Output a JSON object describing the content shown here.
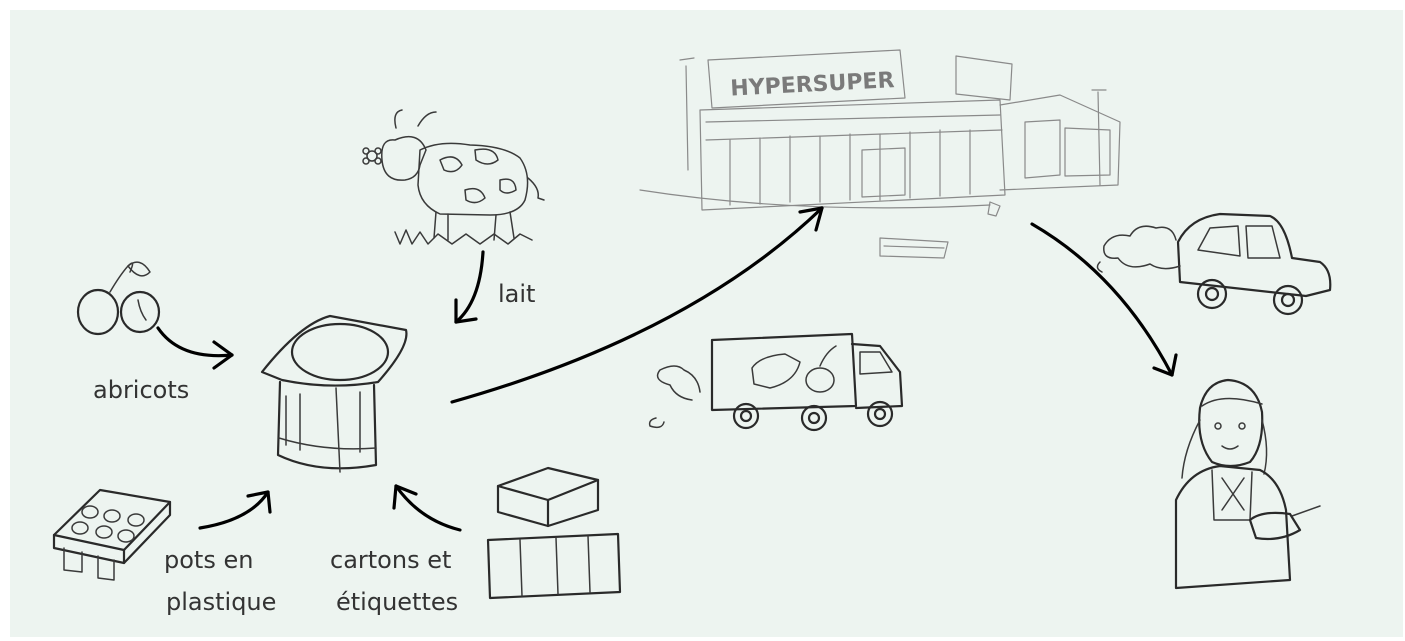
{
  "diagram": {
    "background_color": "#edf4f0",
    "ink_color": "#000000",
    "labels": {
      "milk": "lait",
      "apricots": "abricots",
      "plastic_pots_line1": "pots en",
      "plastic_pots_line2": "plastique",
      "cartons_line1": "cartons et",
      "cartons_line2": "étiquettes"
    },
    "supermarket_sign": "HYPERSUPER"
  }
}
